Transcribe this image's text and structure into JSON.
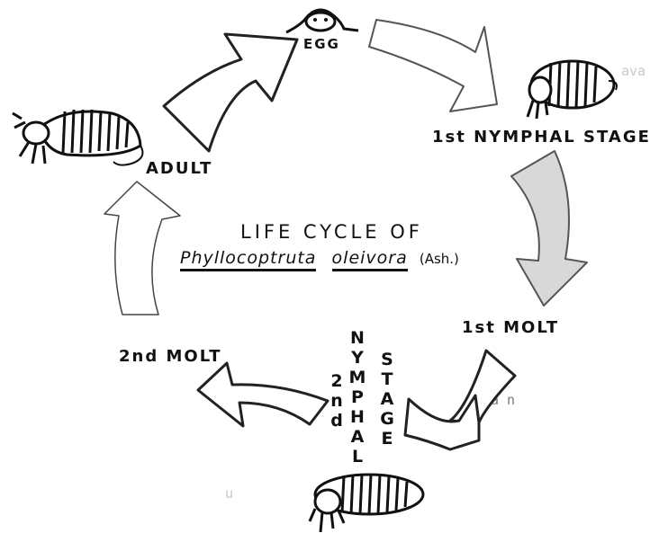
{
  "colors": {
    "ink": "#111111",
    "arrow_outline": "#222222",
    "arrow_fill": "#ffffff",
    "shaded_arrow_fill": "#d8d8d8",
    "bleed_through": "#c9c9c9",
    "background": "#ffffff"
  },
  "title": {
    "line1": "LIFE CYCLE OF",
    "genus": "Phyllocoptruta",
    "species": "oleivora",
    "author": "(Ash.)"
  },
  "stages": {
    "egg": "EGG",
    "first_nymph": "1st NYMPHAL STAGE",
    "first_molt": "1st MOLT",
    "second_nymph_col1": [
      "N",
      "Y",
      "M",
      "P",
      "H",
      "A",
      "L"
    ],
    "second_nymph_col2": [
      "2",
      "n",
      "d"
    ],
    "second_nymph_col3": [
      "S",
      "T",
      "A",
      "G",
      "E"
    ],
    "second_molt": "2nd MOLT",
    "adult": "ADULT"
  },
  "icons": {
    "egg": "egg-icon",
    "first_nymph": "mite-nymph-icon",
    "second_nymph": "mite-nymph-icon",
    "adult": "mite-adult-icon"
  }
}
